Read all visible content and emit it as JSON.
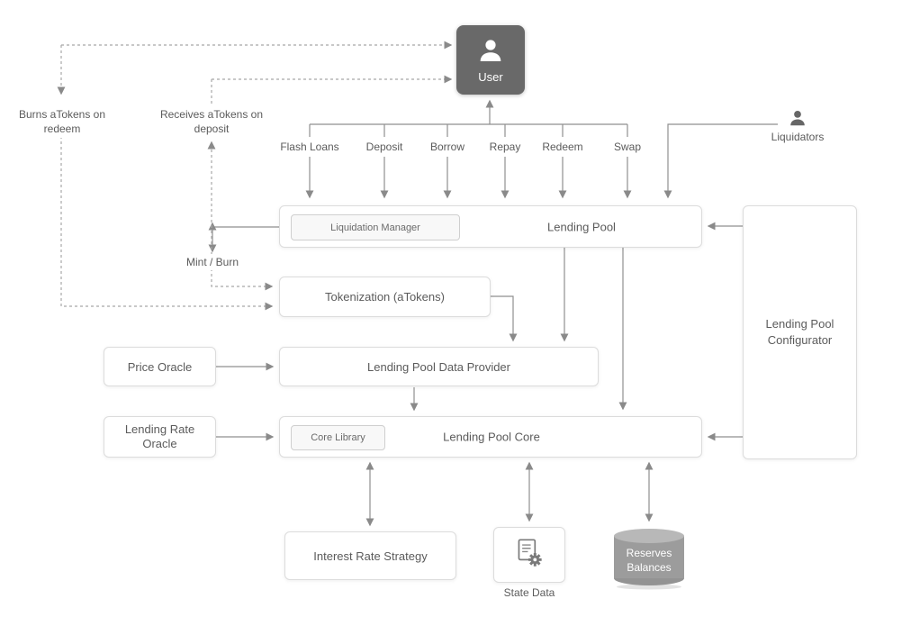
{
  "diagram": {
    "user": "User",
    "liquidators": "Liquidators",
    "notes": {
      "burns": "Burns aTokens on redeem",
      "receives": "Receives aTokens on deposit",
      "mint_burn": "Mint / Burn"
    },
    "actions": [
      "Flash Loans",
      "Deposit",
      "Borrow",
      "Repay",
      "Redeem",
      "Swap"
    ],
    "lending_pool": "Lending Pool",
    "liquidation_manager": "Liquidation Manager",
    "tokenization": "Tokenization (aTokens)",
    "price_oracle": "Price Oracle",
    "data_provider": "Lending Pool Data Provider",
    "lending_rate_oracle": "Lending Rate Oracle",
    "core": "Lending Pool Core",
    "core_library": "Core Library",
    "configurator": "Lending Pool Configurator",
    "interest_rate_strategy": "Interest Rate Strategy",
    "state_data": "State Data",
    "reserves": "Reserves Balances"
  },
  "colors": {
    "user_box": "#696969",
    "solid_line": "#8f8f8f",
    "dotted_line": "#a8a8a8",
    "box_border": "#dcdcdc",
    "text": "#5b5b5b",
    "cylinder_body": "#9c9c9c",
    "cylinder_top": "#b8b8b8"
  }
}
